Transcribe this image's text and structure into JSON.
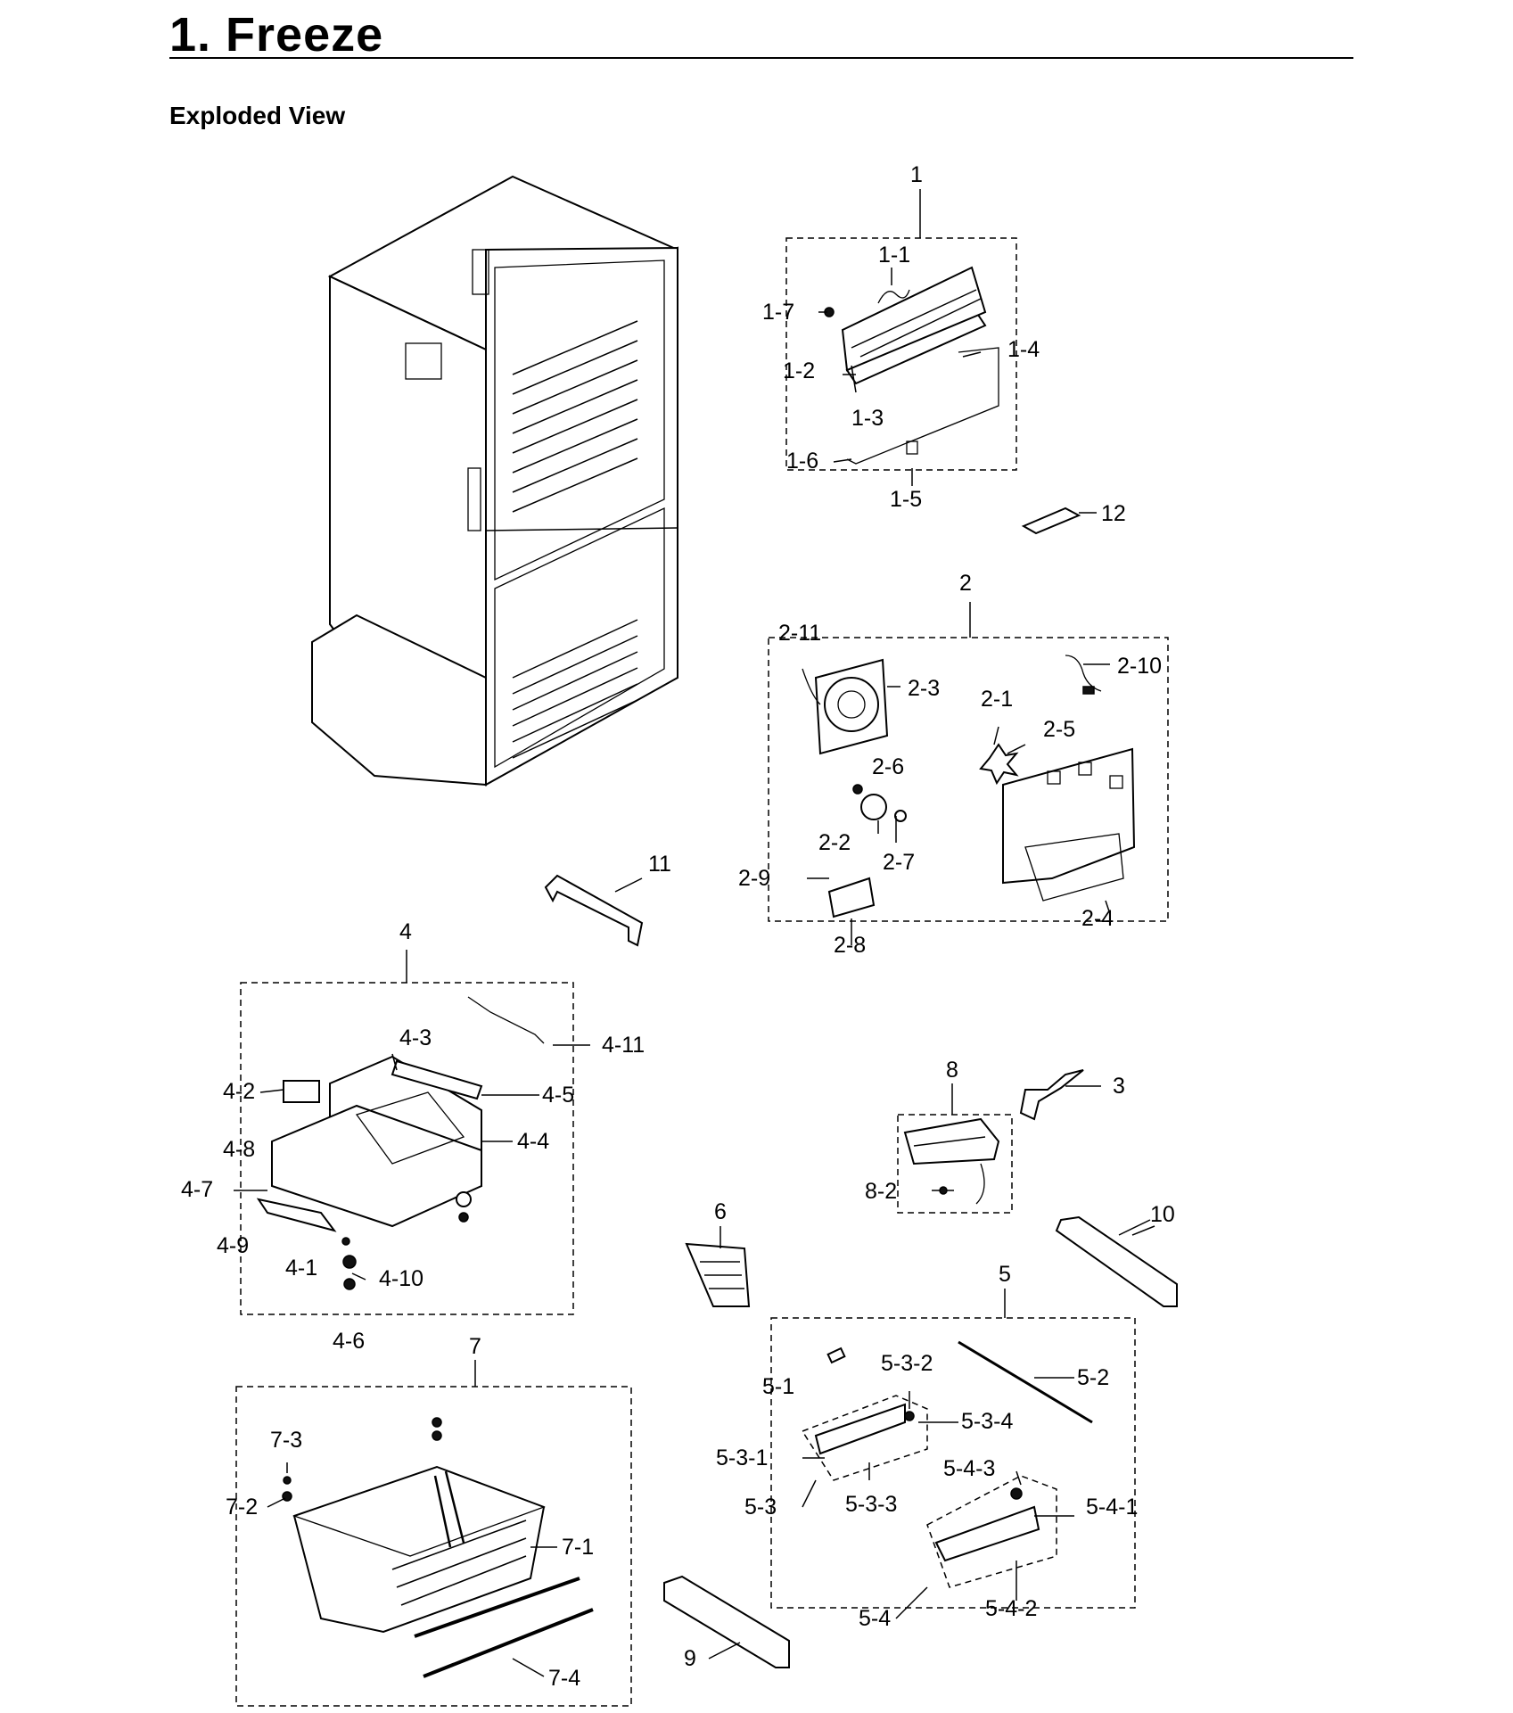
{
  "header": {
    "title": "1.  Freeze",
    "subtitle": "Exploded View"
  },
  "callouts": {
    "c1": "1",
    "c1_1": "1-1",
    "c1_2": "1-2",
    "c1_3": "1-3",
    "c1_4": "1-4",
    "c1_5": "1-5",
    "c1_6": "1-6",
    "c1_7": "1-7",
    "c12": "12",
    "c2": "2",
    "c2_1": "2-1",
    "c2_2": "2-2",
    "c2_3": "2-3",
    "c2_4": "2-4",
    "c2_5": "2-5",
    "c2_6": "2-6",
    "c2_7": "2-7",
    "c2_8": "2-8",
    "c2_9": "2-9",
    "c2_10": "2-10",
    "c2_11": "2-11",
    "c11": "11",
    "c4": "4",
    "c4_1": "4-1",
    "c4_2": "4-2",
    "c4_3": "4-3",
    "c4_4": "4-4",
    "c4_5": "4-5",
    "c4_6": "4-6",
    "c4_7": "4-7",
    "c4_8": "4-8",
    "c4_9": "4-9",
    "c4_10": "4-10",
    "c4_11": "4-11",
    "c3": "3",
    "c8": "8",
    "c8_2": "8-2",
    "c6": "6",
    "c10": "10",
    "c5": "5",
    "c5_1": "5-1",
    "c5_2": "5-2",
    "c5_3": "5-3",
    "c5_3_1": "5-3-1",
    "c5_3_2": "5-3-2",
    "c5_3_3": "5-3-3",
    "c5_3_4": "5-3-4",
    "c5_4": "5-4",
    "c5_4_1": "5-4-1",
    "c5_4_2": "5-4-2",
    "c5_4_3": "5-4-3",
    "c7": "7",
    "c7_1": "7-1",
    "c7_2": "7-2",
    "c7_3": "7-3",
    "c7_4": "7-4",
    "c9": "9"
  }
}
